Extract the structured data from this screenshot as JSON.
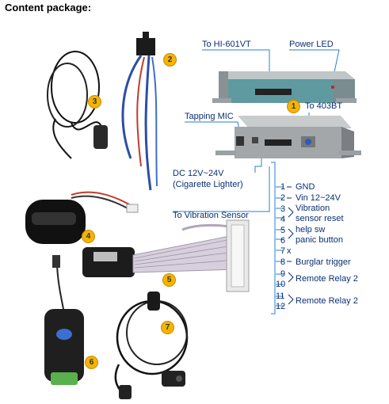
{
  "title": "Content package:",
  "callouts": {
    "hi601vt": "To HI-601VT",
    "power_led": "Power LED",
    "to_403bt": "To 403BT",
    "tapping_mic": "Tapping MIC",
    "dc_line1": "DC 12V~24V",
    "dc_line2": "(Cigarette Lighter)",
    "vibration": "To Vibration Sensor"
  },
  "badges": [
    "1",
    "2",
    "3",
    "4",
    "5",
    "6",
    "7"
  ],
  "pinout": {
    "pins": [
      "1",
      "2",
      "3",
      "4",
      "5",
      "6",
      "7",
      "8",
      "9",
      "10",
      "11",
      "12"
    ],
    "descriptions": {
      "p1": "GND",
      "p2": "Vin 12~24V",
      "p3a": "Vibration",
      "p3b": "sensor reset",
      "p5a": "help sw",
      "p5b": "panic button",
      "p7": "x",
      "p8": "Burglar trigger",
      "p9": "Remote Relay 2",
      "p11": "Remote Relay 2"
    }
  },
  "colors": {
    "label_text": "#0a2f73",
    "callout_line": "#2a7fd0",
    "badge": "#f4b400",
    "device_teal": "#5f9aa0",
    "device_gray": "#9a9ea2"
  }
}
